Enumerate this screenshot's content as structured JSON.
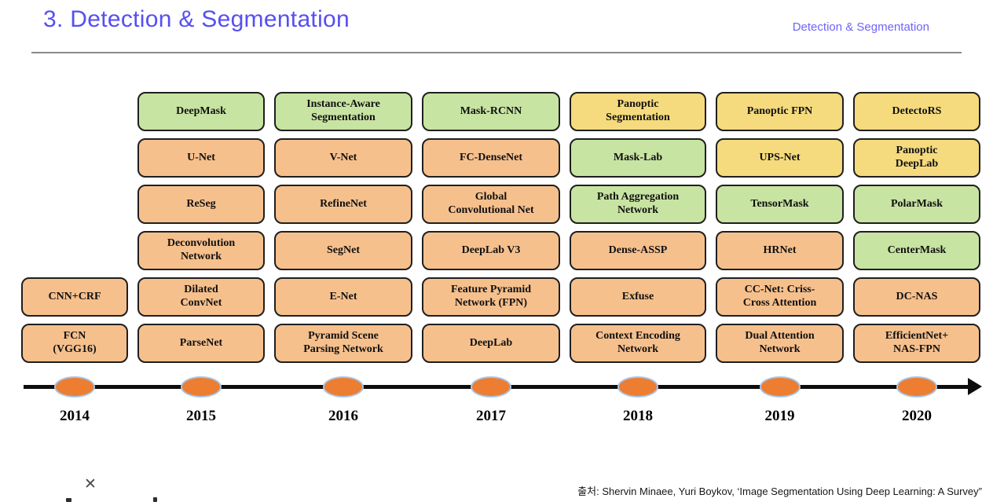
{
  "header": {
    "title": "3. Detection & Segmentation",
    "corner_label": "Detection & Segmentation"
  },
  "palette": {
    "accent": "#564ff2",
    "accent_light": "#6e64f6",
    "green": "#c8e4a2",
    "orange": "#f6c08d",
    "yellow": "#f5db7d",
    "box_border": "#1f1f1f",
    "marker_fill": "#ed7d31",
    "marker_border": "#a9c4e4"
  },
  "timeline": {
    "years": [
      "2014",
      "2015",
      "2016",
      "2017",
      "2018",
      "2019",
      "2020"
    ],
    "columns": [
      {
        "year": "2014",
        "boxes": [
          {
            "row": 5,
            "label": "CNN+CRF",
            "color": "orange"
          },
          {
            "row": 6,
            "label": "FCN\n(VGG16)",
            "color": "orange"
          }
        ]
      },
      {
        "year": "2015",
        "boxes": [
          {
            "row": 1,
            "label": "DeepMask",
            "color": "green"
          },
          {
            "row": 2,
            "label": "U-Net",
            "color": "orange"
          },
          {
            "row": 3,
            "label": "ReSeg",
            "color": "orange"
          },
          {
            "row": 4,
            "label": "Deconvolution\nNetwork",
            "color": "orange"
          },
          {
            "row": 5,
            "label": "Dilated\nConvNet",
            "color": "orange"
          },
          {
            "row": 6,
            "label": "ParseNet",
            "color": "orange"
          }
        ]
      },
      {
        "year": "2016",
        "boxes": [
          {
            "row": 1,
            "label": "Instance-Aware\nSegmentation",
            "color": "green"
          },
          {
            "row": 2,
            "label": "V-Net",
            "color": "orange"
          },
          {
            "row": 3,
            "label": "RefineNet",
            "color": "orange"
          },
          {
            "row": 4,
            "label": "SegNet",
            "color": "orange"
          },
          {
            "row": 5,
            "label": "E-Net",
            "color": "orange"
          },
          {
            "row": 6,
            "label": "Pyramid Scene\nParsing Network",
            "color": "orange"
          }
        ]
      },
      {
        "year": "2017",
        "boxes": [
          {
            "row": 1,
            "label": "Mask-RCNN",
            "color": "green"
          },
          {
            "row": 2,
            "label": "FC-DenseNet",
            "color": "orange"
          },
          {
            "row": 3,
            "label": "Global\nConvolutional Net",
            "color": "orange"
          },
          {
            "row": 4,
            "label": "DeepLab V3",
            "color": "orange"
          },
          {
            "row": 5,
            "label": "Feature Pyramid\nNetwork (FPN)",
            "color": "orange"
          },
          {
            "row": 6,
            "label": "DeepLab",
            "color": "orange"
          }
        ]
      },
      {
        "year": "2018",
        "boxes": [
          {
            "row": 1,
            "label": "Panoptic\nSegmentation",
            "color": "yellow"
          },
          {
            "row": 2,
            "label": "Mask-Lab",
            "color": "green"
          },
          {
            "row": 3,
            "label": "Path Aggregation\nNetwork",
            "color": "green"
          },
          {
            "row": 4,
            "label": "Dense-ASSP",
            "color": "orange"
          },
          {
            "row": 5,
            "label": "Exfuse",
            "color": "orange"
          },
          {
            "row": 6,
            "label": "Context Encoding\nNetwork",
            "color": "orange"
          }
        ]
      },
      {
        "year": "2019",
        "boxes": [
          {
            "row": 1,
            "label": "Panoptic FPN",
            "color": "yellow"
          },
          {
            "row": 2,
            "label": "UPS-Net",
            "color": "yellow"
          },
          {
            "row": 3,
            "label": "TensorMask",
            "color": "green"
          },
          {
            "row": 4,
            "label": "HRNet",
            "color": "orange"
          },
          {
            "row": 5,
            "label": "CC-Net: Criss-\nCross Attention",
            "color": "orange"
          },
          {
            "row": 6,
            "label": "Dual Attention\nNetwork",
            "color": "orange"
          }
        ]
      },
      {
        "year": "2020",
        "boxes": [
          {
            "row": 1,
            "label": "DetectoRS",
            "color": "yellow"
          },
          {
            "row": 2,
            "label": "Panoptic\nDeepLab",
            "color": "yellow"
          },
          {
            "row": 3,
            "label": "PolarMask",
            "color": "green"
          },
          {
            "row": 4,
            "label": "CenterMask",
            "color": "green"
          },
          {
            "row": 5,
            "label": "DC-NAS",
            "color": "orange"
          },
          {
            "row": 6,
            "label": "EfficientNet+\nNAS-FPN",
            "color": "orange"
          }
        ]
      }
    ]
  },
  "footer": {
    "source": "출처: Shervin Minaee, Yuri Boykov, ‘Image Segmentation Using Deep Learning: A Survey”",
    "close_glyph": "✕"
  }
}
